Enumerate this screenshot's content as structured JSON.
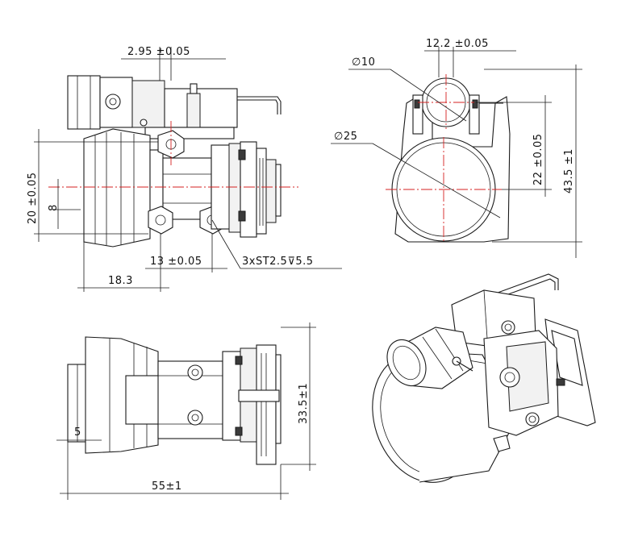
{
  "dimensions": {
    "front_top": "2.95 ±0.05",
    "front_height": "20 ±0.05",
    "front_small": "8",
    "front_hole_spacing": "13 ±0.05",
    "front_screw": "3xST2.5⊽5.5",
    "front_offset": "18.3",
    "side_width": "12.2 ±0.05",
    "side_small_dia": "∅10",
    "side_large_dia": "∅25",
    "side_center_height": "22 ±0.05",
    "side_total_height": "43.5 ±1",
    "bottom_length": "55±1",
    "bottom_height": "33.5±1",
    "bottom_step": "5"
  }
}
